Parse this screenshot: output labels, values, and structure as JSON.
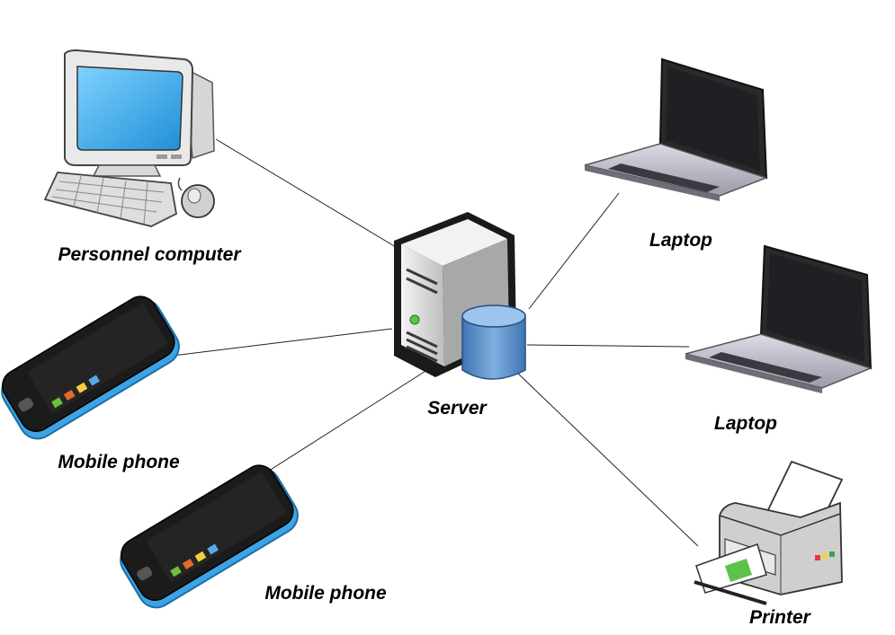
{
  "diagram": {
    "server": {
      "label": "Server"
    },
    "devices": [
      {
        "id": "pc",
        "label": "Personnel computer",
        "icon": "desktop-computer-icon"
      },
      {
        "id": "phone1",
        "label": "Mobile phone",
        "icon": "mobile-phone-icon"
      },
      {
        "id": "phone2",
        "label": "Mobile phone",
        "icon": "mobile-phone-icon"
      },
      {
        "id": "laptop1",
        "label": "Laptop",
        "icon": "laptop-icon"
      },
      {
        "id": "laptop2",
        "label": "Laptop",
        "icon": "laptop-icon"
      },
      {
        "id": "printer",
        "label": "Printer",
        "icon": "printer-icon"
      }
    ],
    "colors": {
      "screen_blue": "#39a9e6",
      "phone_blue": "#3ea3e3",
      "database_blue": "#5b8fc8",
      "gray": "#c9c9c9"
    }
  }
}
